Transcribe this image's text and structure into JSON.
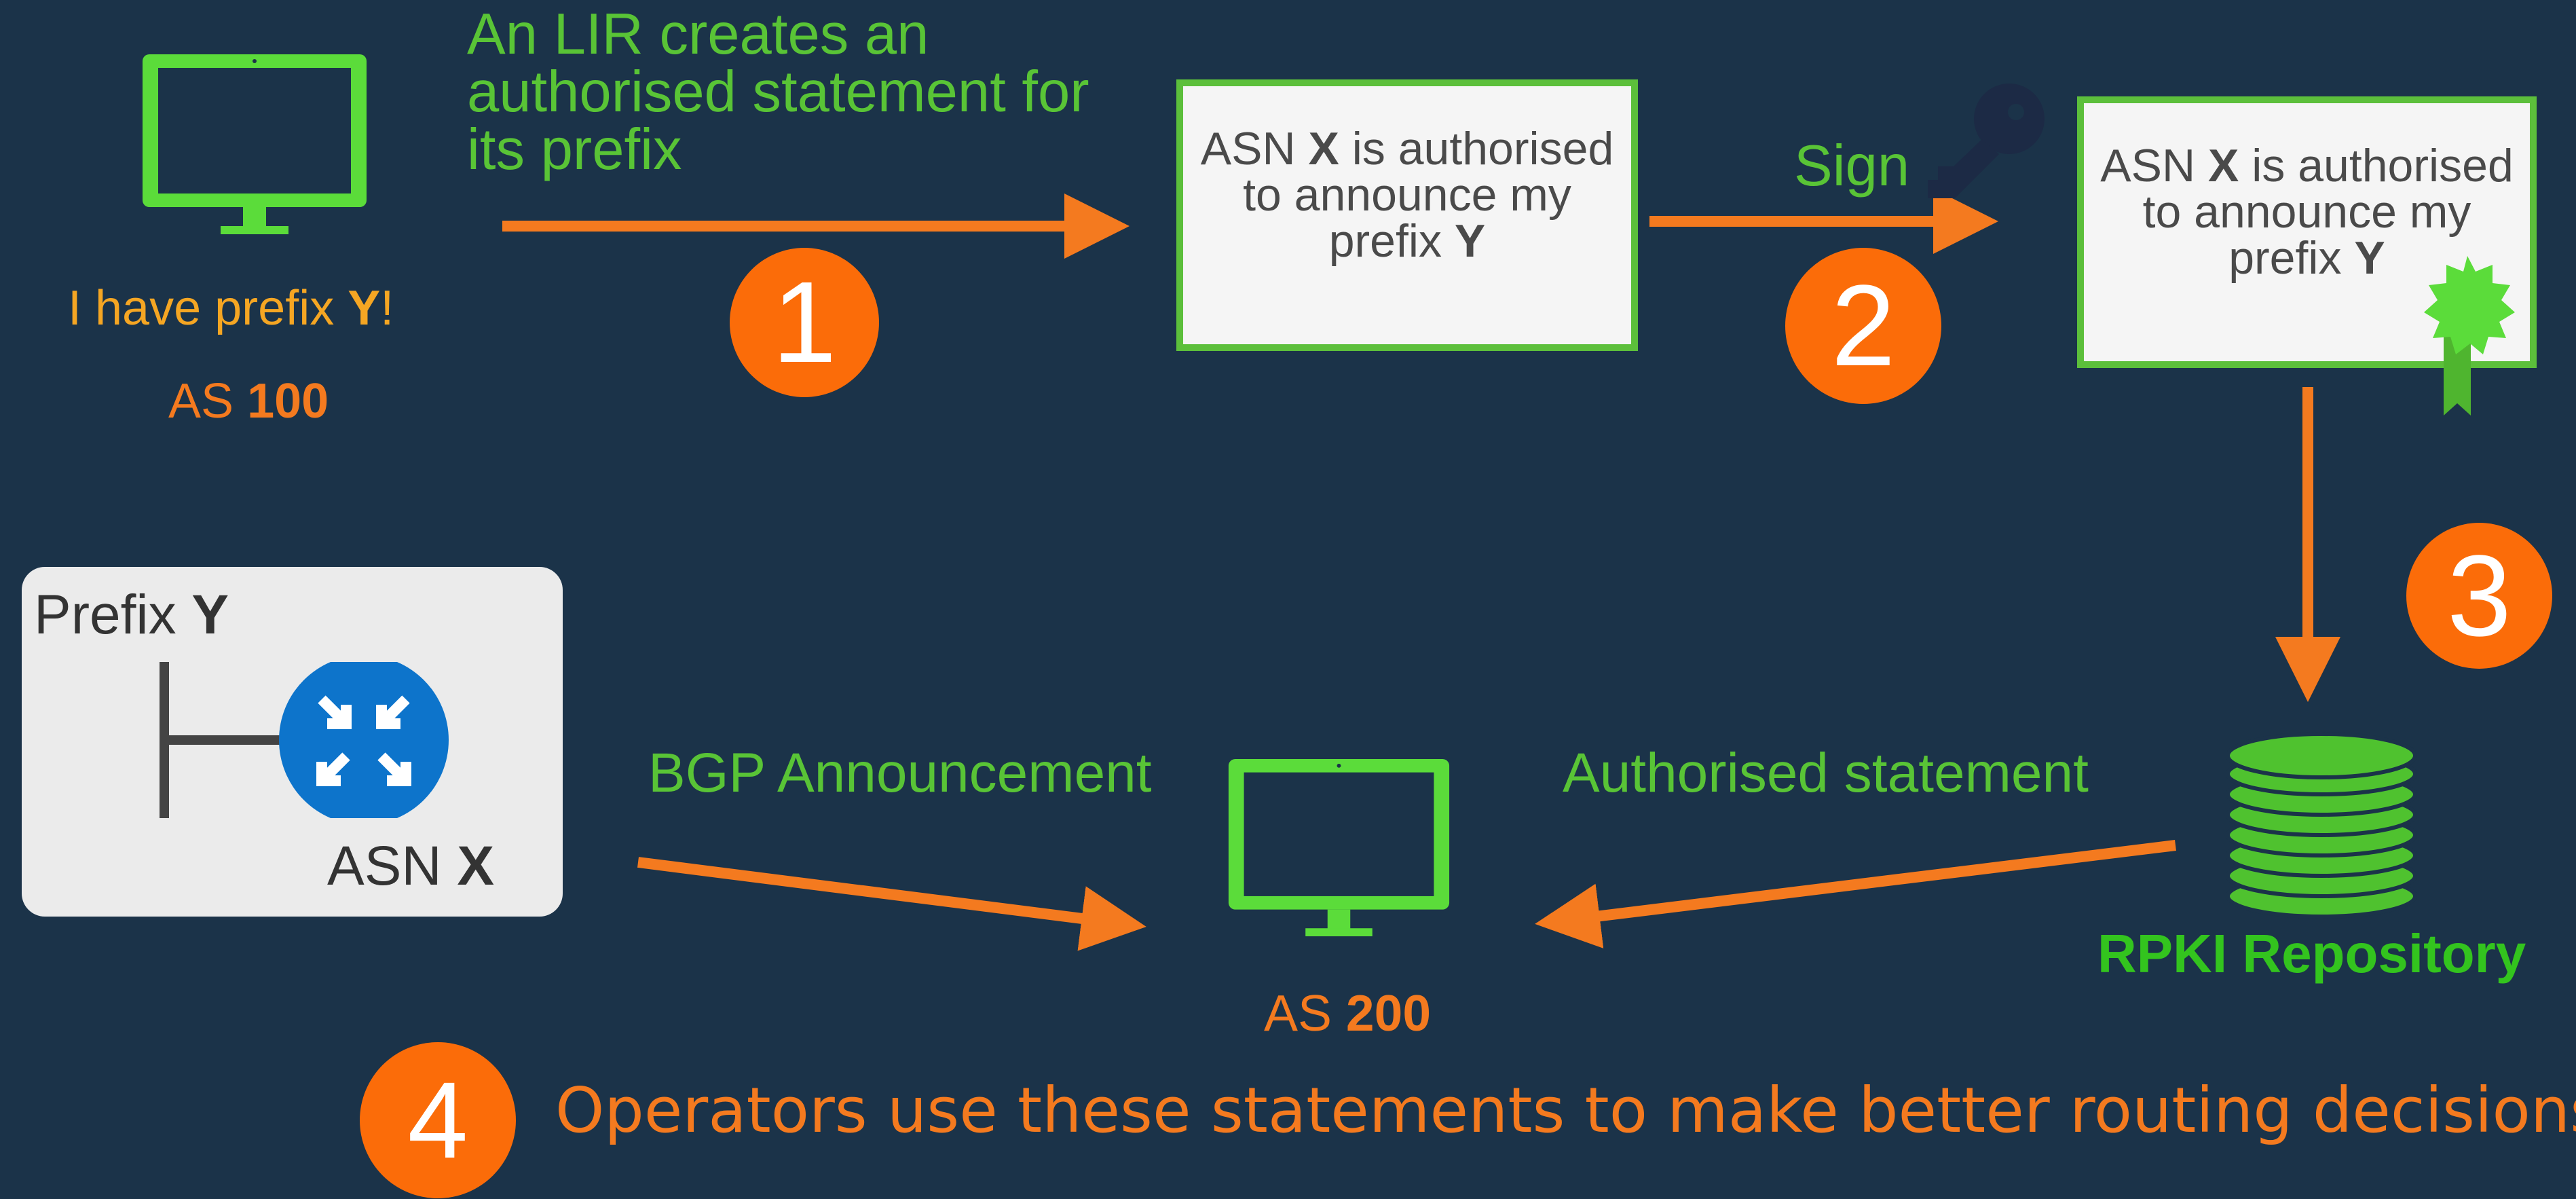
{
  "colors": {
    "background": "#1b3349",
    "accent_green": "#59c436",
    "accent_orange": "#f47a1f",
    "card_bg": "#f5f5f5",
    "router_blue": "#0d74cb"
  },
  "left_user": {
    "message_prefix": "I have prefix ",
    "message_bold": "Y",
    "message_suffix": "!",
    "as_prefix": "AS ",
    "as_number": "100"
  },
  "step1": {
    "number": "1",
    "caption_lines": [
      "An LIR creates an",
      "authorised statement for",
      "its prefix"
    ]
  },
  "statement_card": {
    "line1_a": "ASN ",
    "line1_bold": "X",
    "line1_b": " is authorised",
    "line2": "to announce my",
    "line3_a": "prefix ",
    "line3_bold": "Y"
  },
  "step2": {
    "number": "2",
    "caption": "Sign",
    "icon": "key-icon"
  },
  "signed_card": {
    "line1_a": "ASN ",
    "line1_bold": "X",
    "line1_b": " is authorised",
    "line2": "to announce my",
    "line3_a": "prefix ",
    "line3_bold": "Y",
    "icon": "certificate-seal-icon"
  },
  "step3": {
    "number": "3"
  },
  "repository": {
    "label": "RPKI Repository",
    "icon": "database-icon"
  },
  "router_box": {
    "prefix_a": "Prefix ",
    "prefix_bold": "Y",
    "asn_a": "ASN ",
    "asn_bold": "X",
    "icon": "router-icon"
  },
  "bgp_label": "BGP Announcement",
  "authorised_label": "Authorised statement",
  "center_computer": {
    "as_prefix": "AS ",
    "as_number": "200",
    "icon": "monitor-icon"
  },
  "step4": {
    "number": "4",
    "text": "Operators use these statements to make better routing decisions!"
  }
}
